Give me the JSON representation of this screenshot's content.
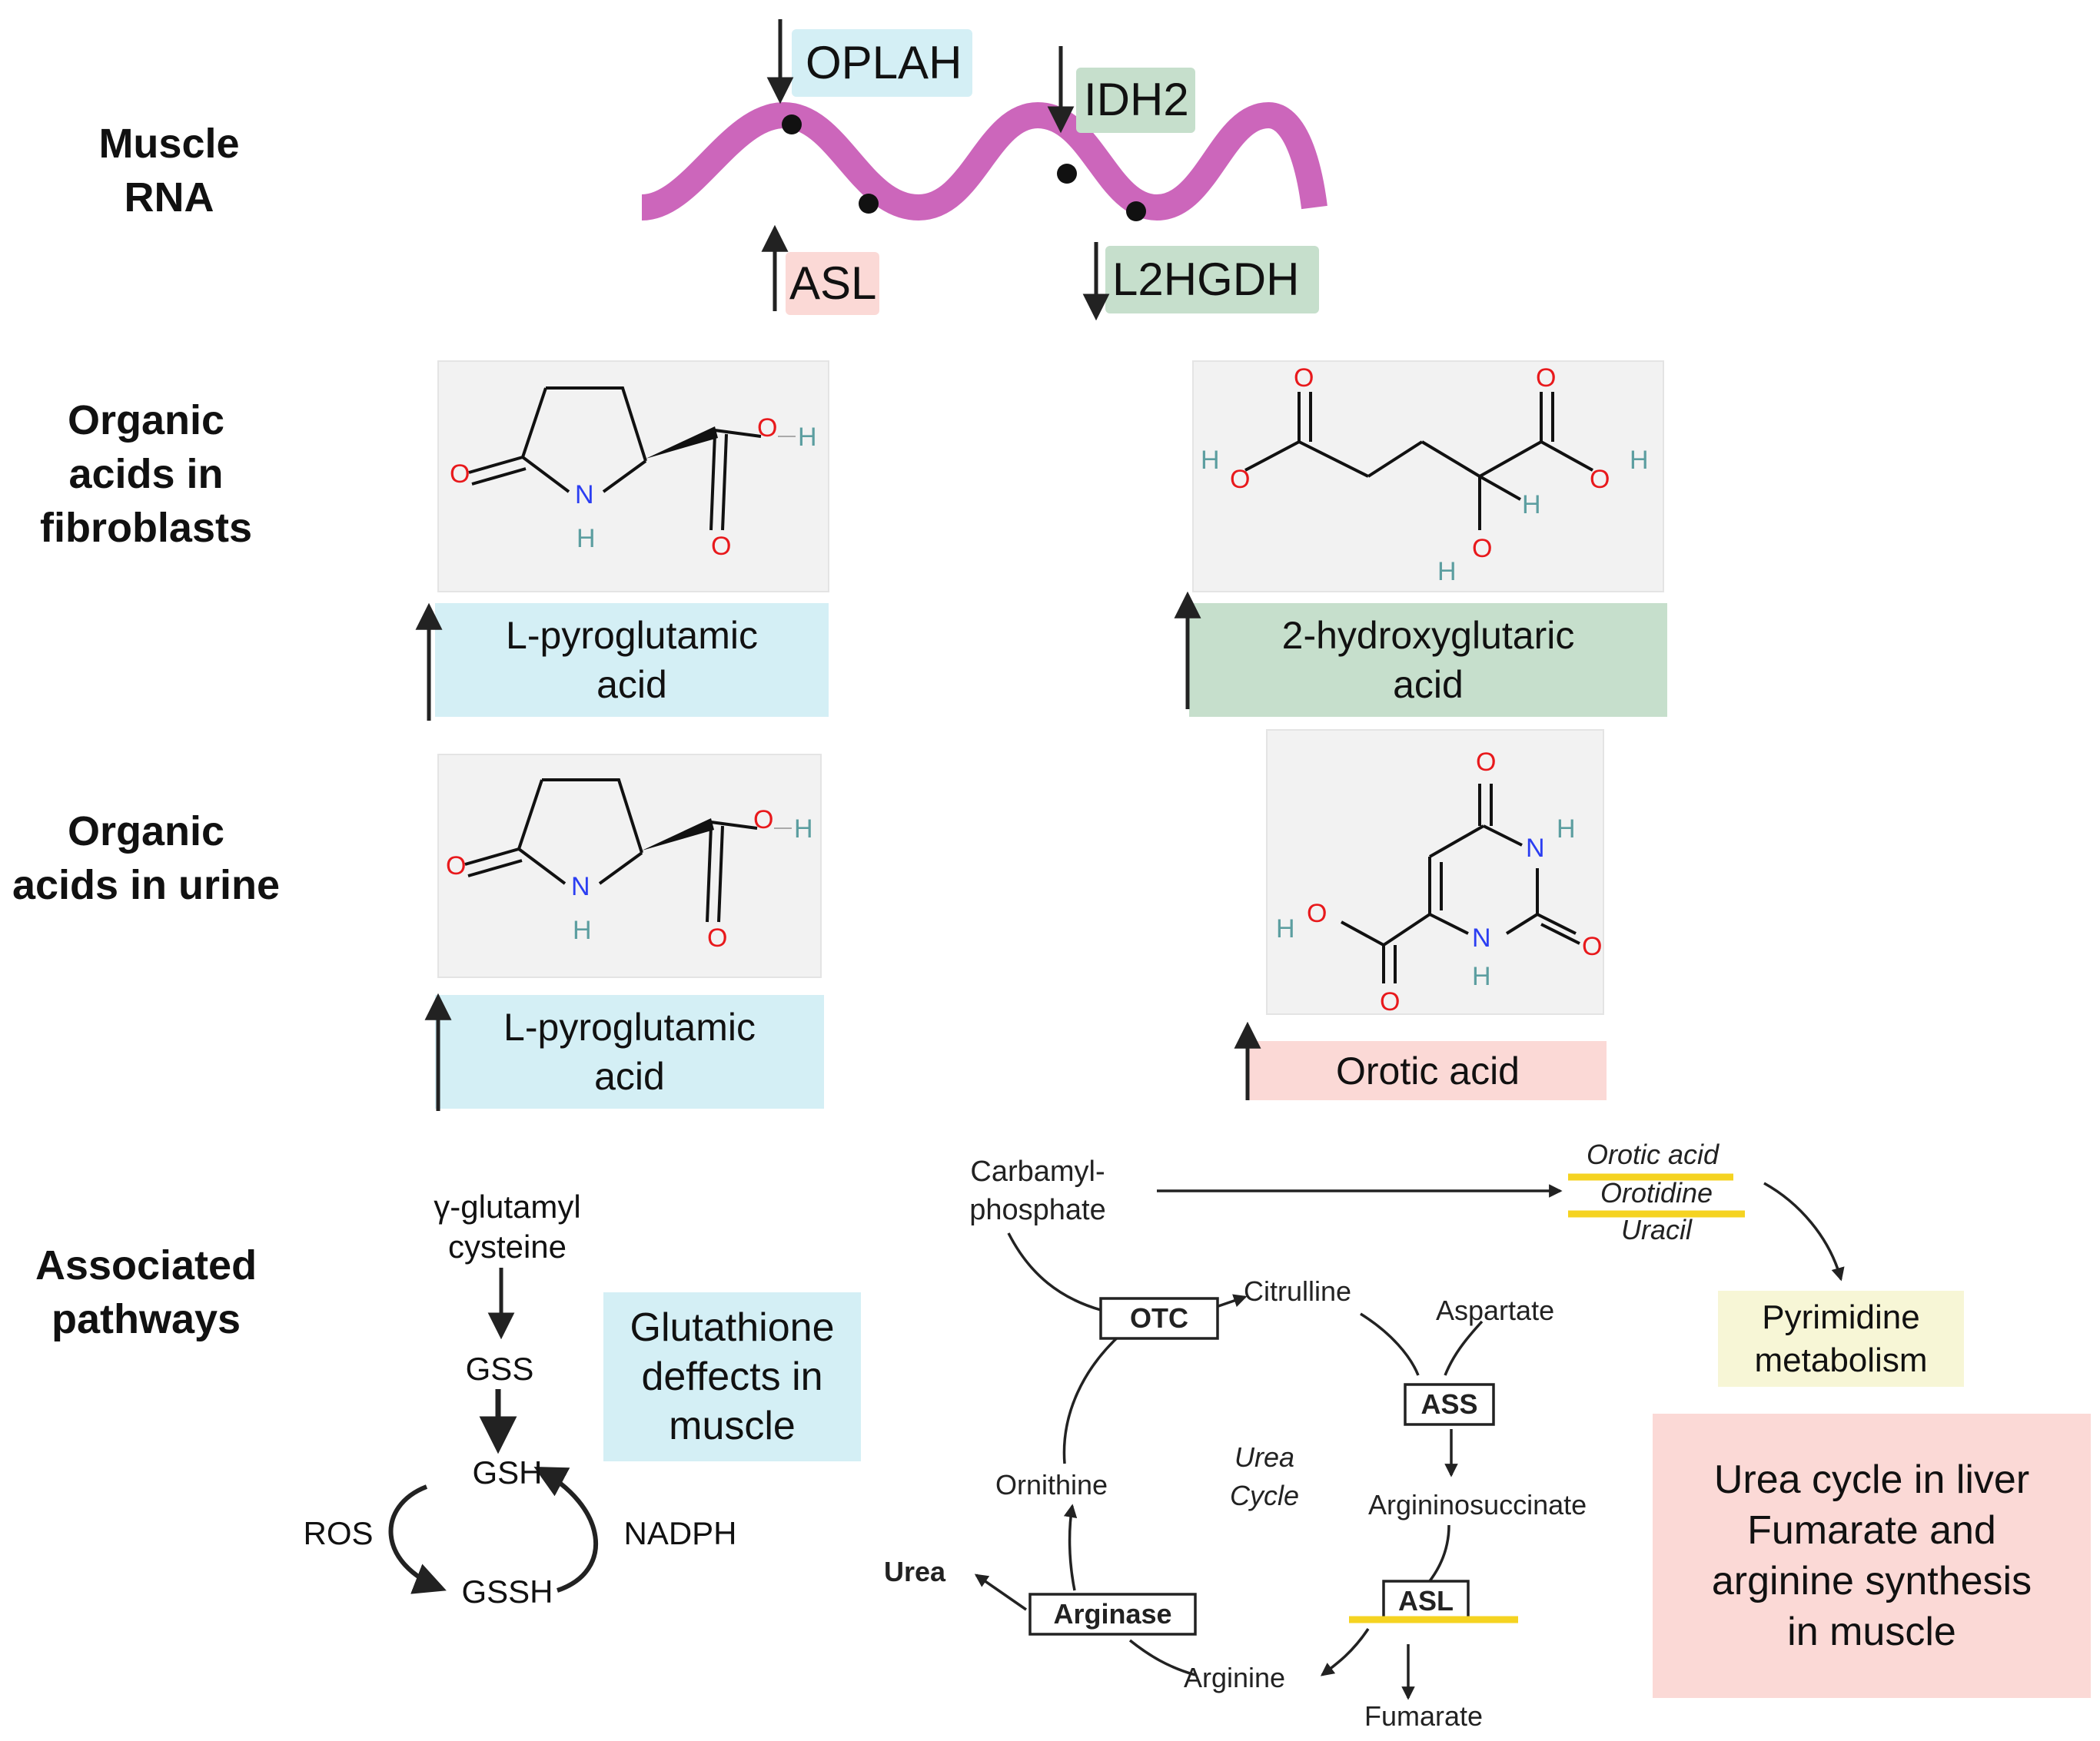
{
  "rows": {
    "muscle_rna": [
      "Muscle",
      "RNA"
    ],
    "fibroblasts": [
      "Organic",
      "acids in",
      "fibroblasts"
    ],
    "urine": [
      "Organic",
      "acids in urine"
    ],
    "pathways": [
      "Associated",
      "pathways"
    ]
  },
  "genes": {
    "oplah": "OPLAH",
    "idh2": "IDH2",
    "asl": "ASL",
    "l2hgdh": "L2HGDH"
  },
  "compounds": {
    "pyro_fibro": [
      "L-pyroglutamic",
      "acid"
    ],
    "hydroxy_fibro": [
      "2-hydroxyglutaric",
      "acid"
    ],
    "pyro_urine": [
      "L-pyroglutamic",
      "acid"
    ],
    "orotic_urine": "Orotic acid"
  },
  "glutathione": {
    "gamma": [
      "γ-glutamyl",
      "cysteine"
    ],
    "gss": "GSS",
    "gsh": "GSH",
    "gssh": "GSSH",
    "ros": "ROS",
    "nadph": "NADPH",
    "box": [
      "Glutathione",
      "deffects in",
      "muscle"
    ]
  },
  "urea": {
    "carbamyl": [
      "Carbamyl-",
      "phosphate"
    ],
    "otc": "OTC",
    "citrulline": "Citrulline",
    "aspartate": "Aspartate",
    "ass": "ASS",
    "argininosuccinate": "Argininosuccinate",
    "asl": "ASL",
    "fumarate": "Fumarate",
    "arginine": "Arginine",
    "arginase": "Arginase",
    "urea": "Urea",
    "ornithine": "Ornithine",
    "cycle": [
      "Urea",
      "Cycle"
    ],
    "orotic": "Orotic acid",
    "orotidine": "Orotidine",
    "uracil": "Uracil",
    "pyrimidine": [
      "Pyrimidine",
      "metabolism"
    ],
    "box": [
      "Urea cycle in liver",
      "Fumarate and",
      "arginine synthesis",
      "in muscle"
    ]
  },
  "atoms": {
    "O": "O",
    "N": "N",
    "H": "H"
  },
  "colors": {
    "blue_box": "#d4eff5",
    "green_box": "#c6dfcc",
    "pink_box": "#fbd9d6",
    "yellow_box": "#f7f6d6",
    "rna": "#cc66bb",
    "highlight": "#f5d321",
    "oxygen": "#e8191c",
    "nitrogen": "#2b3ef2",
    "hydrogen": "#5c9ea0"
  },
  "icons": [
    "up-arrow-icon",
    "down-arrow-icon",
    "rna-strand-icon"
  ]
}
